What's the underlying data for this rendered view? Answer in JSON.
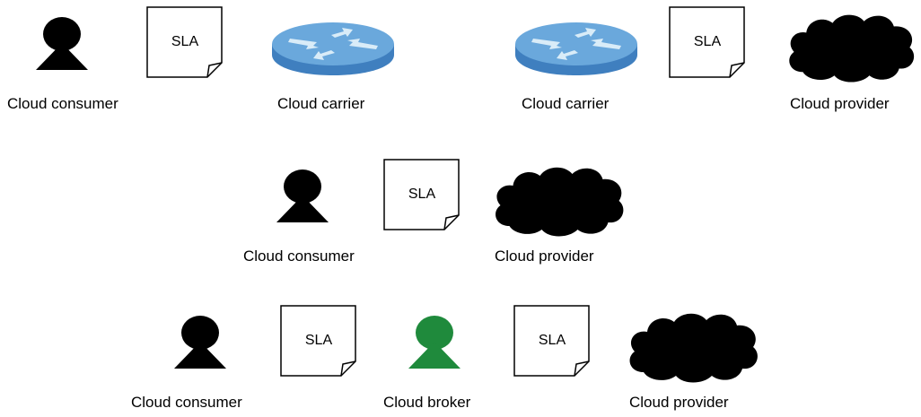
{
  "rows": [
    {
      "items": [
        {
          "type": "person",
          "label": "Cloud consumer",
          "color": "#000000"
        },
        {
          "type": "sla",
          "text": "SLA"
        },
        {
          "type": "router",
          "label": "Cloud carrier"
        },
        {
          "type": "router",
          "label": "Cloud carrier"
        },
        {
          "type": "sla",
          "text": "SLA"
        },
        {
          "type": "cloud",
          "label": "Cloud provider"
        }
      ]
    },
    {
      "items": [
        {
          "type": "person",
          "label": "Cloud consumer",
          "color": "#000000"
        },
        {
          "type": "sla",
          "text": "SLA"
        },
        {
          "type": "cloud",
          "label": "Cloud provider"
        }
      ]
    },
    {
      "items": [
        {
          "type": "person",
          "label": "Cloud consumer",
          "color": "#000000"
        },
        {
          "type": "sla",
          "text": "SLA"
        },
        {
          "type": "person",
          "label": "Cloud broker",
          "color": "#1f8a3c"
        },
        {
          "type": "sla",
          "text": "SLA"
        },
        {
          "type": "cloud",
          "label": "Cloud provider"
        }
      ]
    }
  ],
  "colors": {
    "router_top": "#6aa8dc",
    "router_side": "#3f7fbf",
    "broker": "#1f8a3c"
  }
}
